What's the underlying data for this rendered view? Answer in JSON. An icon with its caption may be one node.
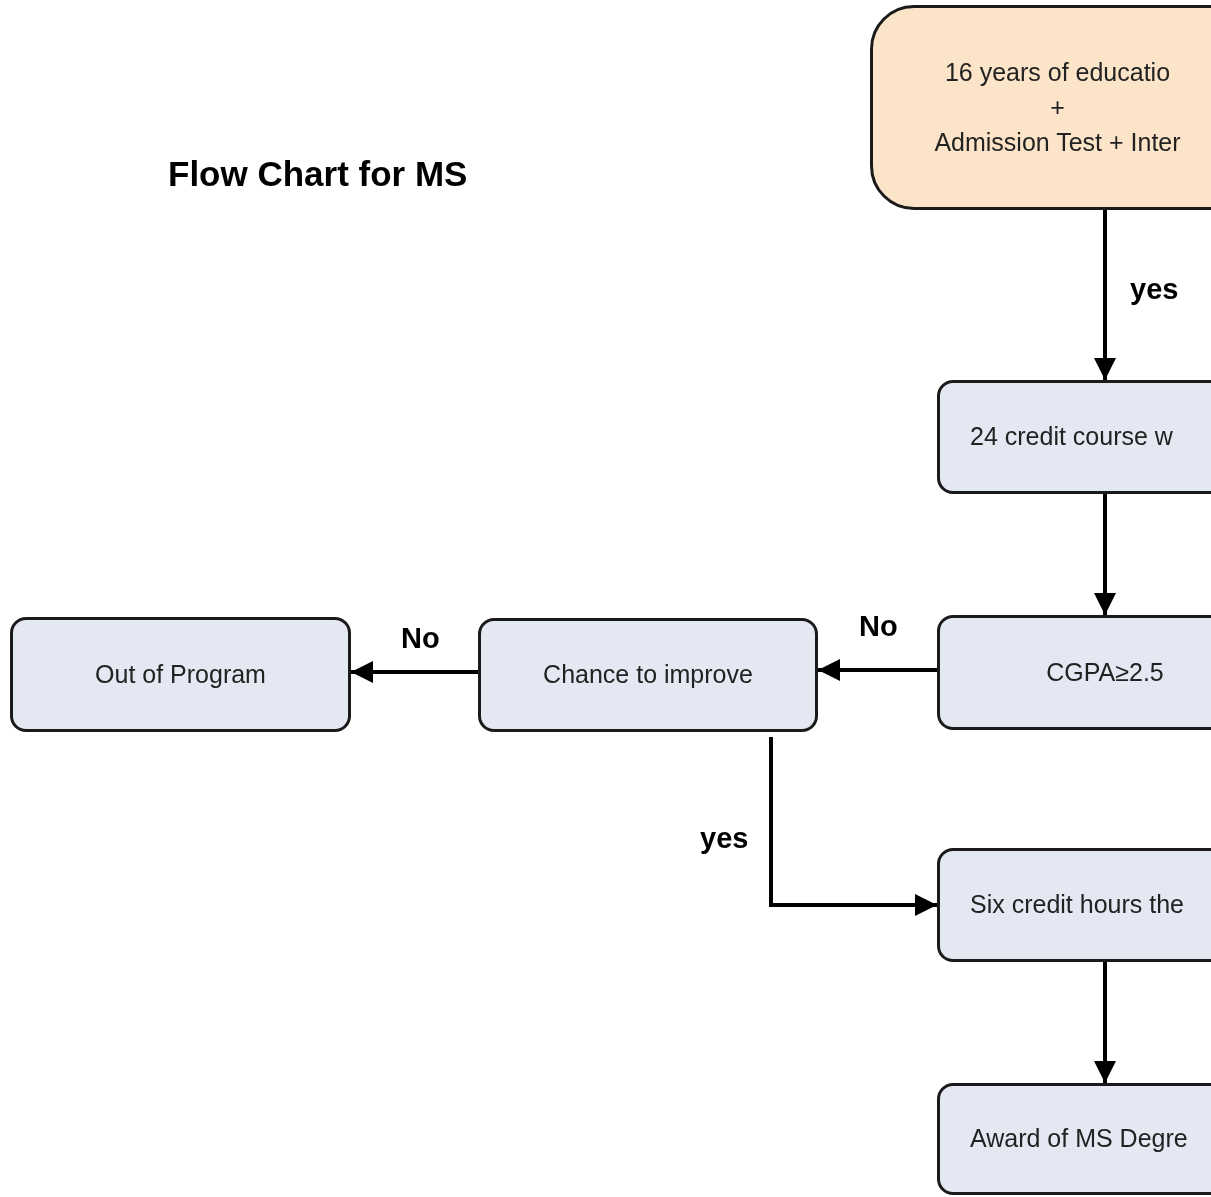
{
  "diagram": {
    "title": "Flow Chart for MS",
    "nodes": [
      {
        "text": [
          "16 years of educatio",
          "+",
          "Admission Test + Inter"
        ]
      },
      {
        "text": [
          "24 credit course w"
        ]
      },
      {
        "text": [
          "CGPA≥2.5"
        ]
      },
      {
        "text": [
          "Chance to improve"
        ]
      },
      {
        "text": [
          "Out of Program"
        ]
      },
      {
        "text": [
          "Six credit hours the"
        ]
      },
      {
        "text": [
          "Award of MS Degre"
        ]
      }
    ],
    "edges": [
      {
        "from": 0,
        "to": 1,
        "arrow": "to",
        "label": "yes"
      },
      {
        "from": 1,
        "to": 2,
        "arrow": "to"
      },
      {
        "from": 2,
        "to": 3,
        "arrow": "to",
        "label": "No"
      },
      {
        "from": 3,
        "to": 4,
        "arrow": "to",
        "label": "No"
      },
      {
        "from": 3,
        "to": 5,
        "arrow": "to",
        "label": "yes"
      },
      {
        "from": 5,
        "to": 6,
        "arrow": "to"
      }
    ]
  }
}
